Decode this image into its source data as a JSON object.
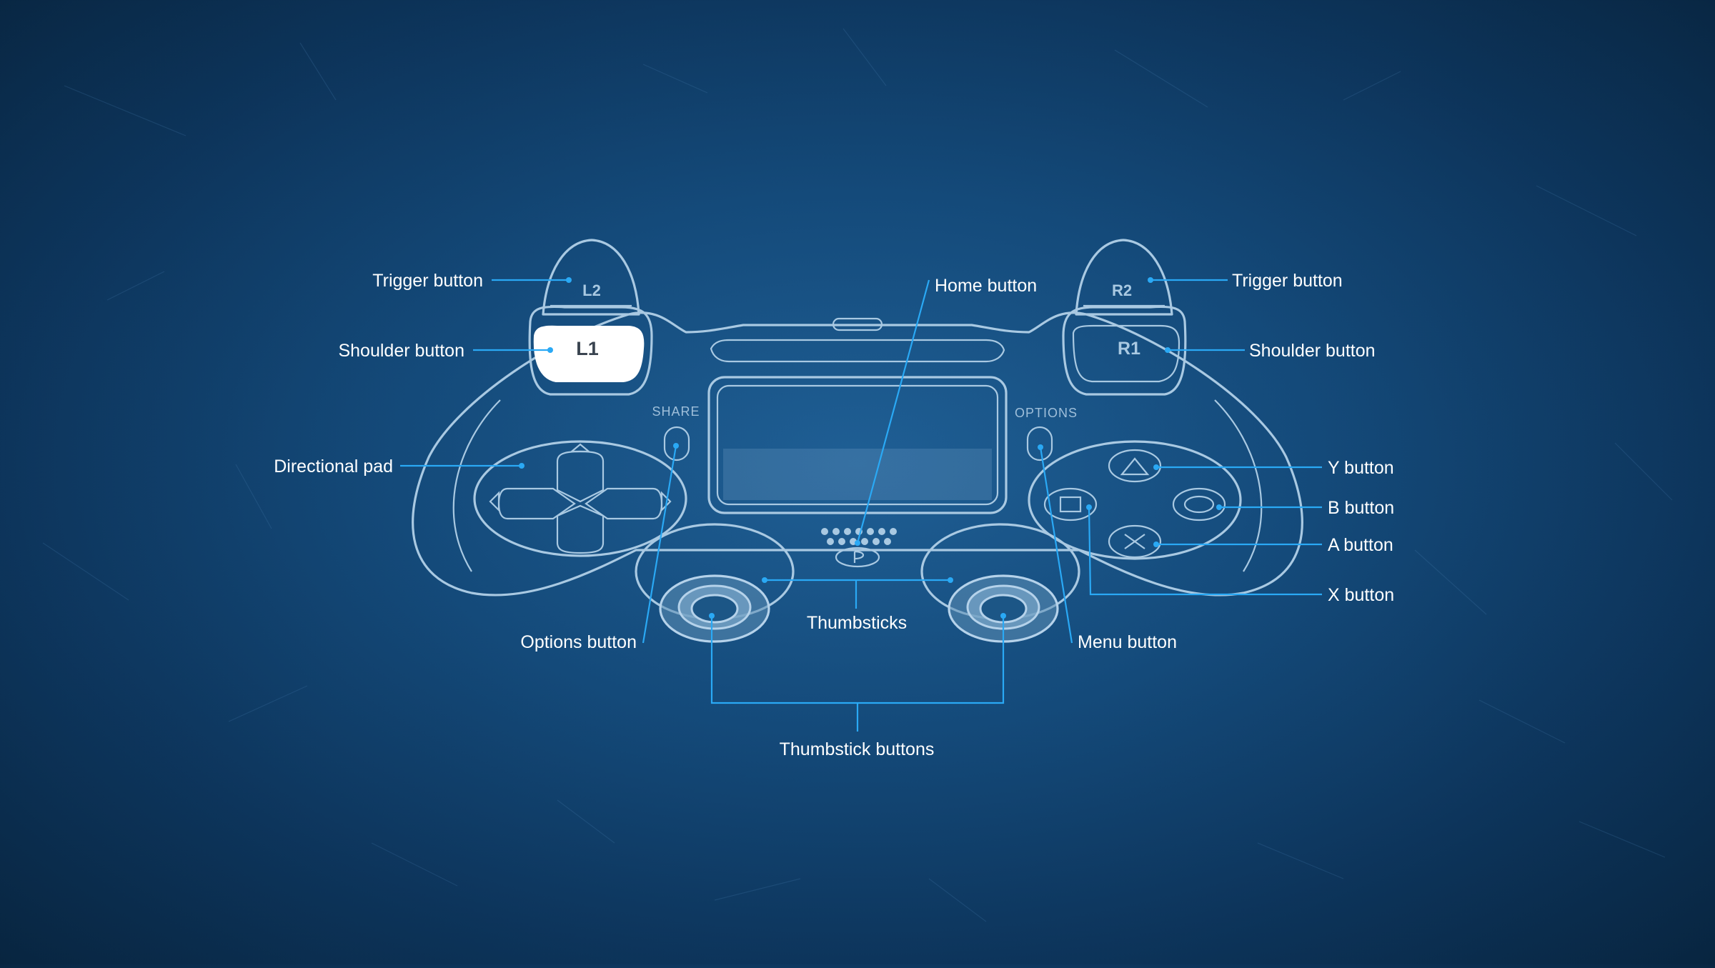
{
  "diagram": {
    "bumpers": {
      "l2": "L2",
      "l1": "L1",
      "r2": "R2",
      "r1": "R1"
    },
    "panel_labels": {
      "share": "SHARE",
      "options": "OPTIONS"
    },
    "highlighted_part": "L1",
    "callouts": {
      "trigger_left": "Trigger button",
      "shoulder_left": "Shoulder button",
      "directional_pad": "Directional pad",
      "options_button": "Options button",
      "home_button": "Home button",
      "thumbsticks": "Thumbsticks",
      "thumbstick_buttons": "Thumbstick buttons",
      "menu_button": "Menu button",
      "trigger_right": "Trigger button",
      "shoulder_right": "Shoulder button",
      "y_button": "Y button",
      "b_button": "B button",
      "a_button": "A button",
      "x_button": "X button"
    },
    "colors": {
      "background": "#144a7a",
      "outline": "#a9c9e2",
      "leader_line": "#2aa9f5",
      "label_text": "#ffffff",
      "highlight": "#ffffff"
    }
  }
}
